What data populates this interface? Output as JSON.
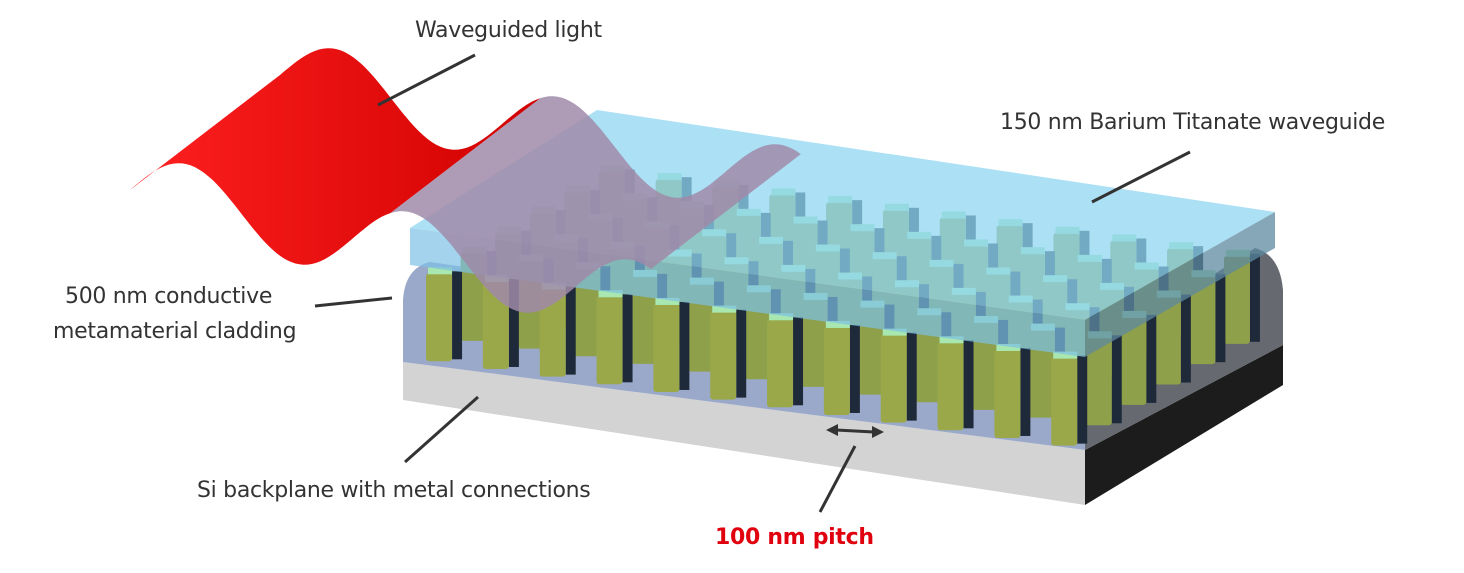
{
  "labels": {
    "waveguided_light": "Waveguided light",
    "waveguide": "150 nm Barium Titanate waveguide",
    "cladding_line1": "500 nm conductive",
    "cladding_line2": "metamaterial cladding",
    "backplane": "Si backplane with metal connections",
    "pitch": "100 nm pitch"
  },
  "colors": {
    "wave": "#ff1a1a",
    "waveguide": "#8fd6f2",
    "pillar": "#9aa84a",
    "pillar_top": "#a8e8b0",
    "substrate": "#d3d3d3",
    "substrate_side": "#1a1a1a",
    "pitch_label": "#e0000e"
  }
}
